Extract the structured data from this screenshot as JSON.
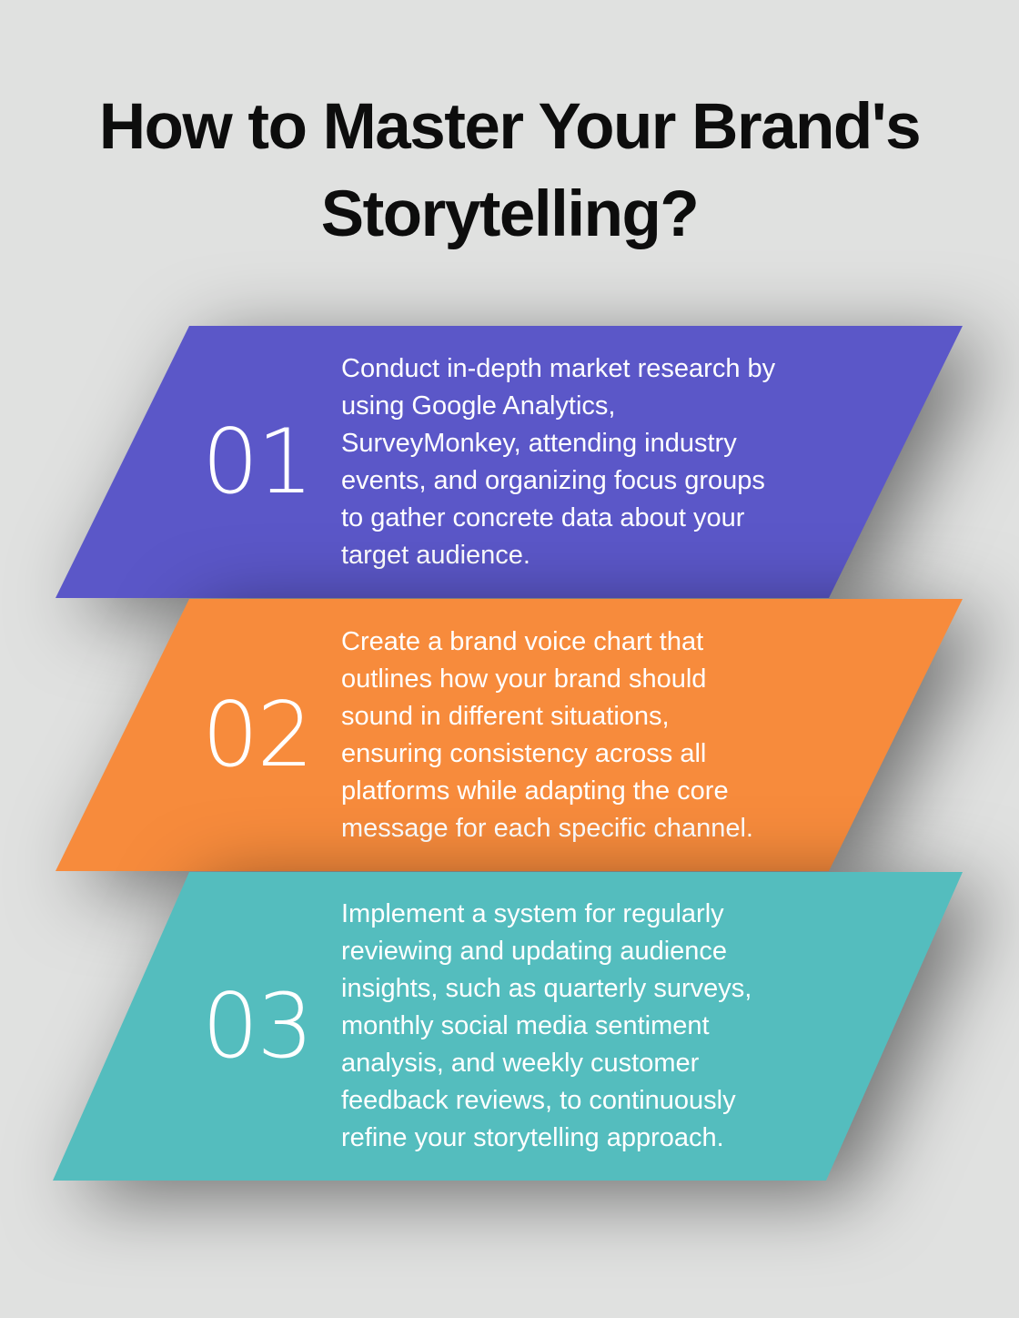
{
  "title": "How to Master Your Brand's\nStorytelling?",
  "colors": {
    "background": "#e0e1e0",
    "title_text": "#0d0d0d",
    "body_text": "#ffffff",
    "step_1": "#5b57c8",
    "step_2": "#f78b3c",
    "step_3": "#54bdbe"
  },
  "steps": [
    {
      "number": "01",
      "color": "#5b57c8",
      "text": "Conduct in-depth market research by\nusing Google Analytics,\nSurveyMonkey, attending industry\nevents, and organizing focus groups\nto gather concrete data about your\ntarget audience."
    },
    {
      "number": "02",
      "color": "#f78b3c",
      "text": "Create a brand voice chart that\noutlines how your brand should\nsound in different situations,\nensuring consistency across all\nplatforms while adapting the core\nmessage for each specific channel."
    },
    {
      "number": "03",
      "color": "#54bdbe",
      "text": "Implement a system for regularly\nreviewing and updating audience\ninsights, such as quarterly surveys,\nmonthly social media sentiment\nanalysis, and weekly customer\nfeedback reviews, to continuously\nrefine your storytelling approach."
    }
  ]
}
